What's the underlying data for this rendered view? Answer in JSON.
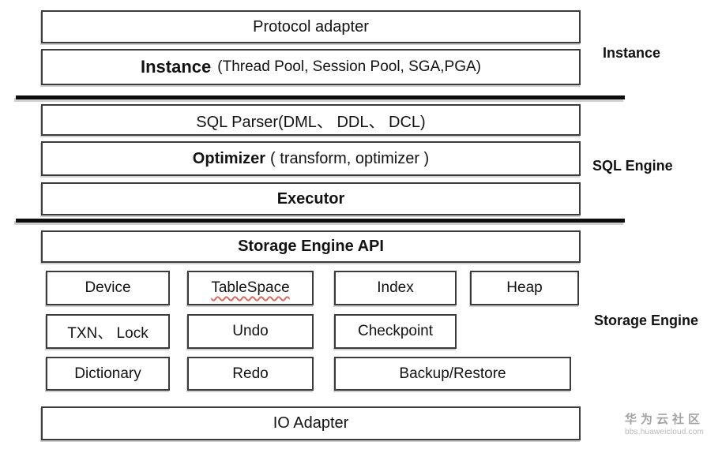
{
  "groups": {
    "instance": {
      "side_label": "Instance",
      "protocol_adapter": "Protocol adapter",
      "instance_bold": "Instance",
      "instance_rest": "(Thread Pool, Session Pool, SGA,PGA)"
    },
    "sql_engine": {
      "side_label": "SQL Engine",
      "sql_parser": "SQL Parser(DML、 DDL、 DCL)",
      "optimizer_bold": "Optimizer",
      "optimizer_rest": "( transform, optimizer )",
      "executor": "Executor"
    },
    "storage_engine": {
      "side_label": "Storage Engine",
      "api": "Storage Engine API",
      "device": "Device",
      "tablespace": "TableSpace",
      "index": "Index",
      "heap": "Heap",
      "txn_lock": "TXN、 Lock",
      "undo": "Undo",
      "checkpoint": "Checkpoint",
      "dictionary": "Dictionary",
      "redo": "Redo",
      "backup_restore": "Backup/Restore"
    }
  },
  "io_adapter": "IO Adapter",
  "watermark": {
    "title": "华为云社区",
    "url": "bbs.huaweicloud.com"
  },
  "colors": {
    "box_border": "#3b3b3b",
    "divider": "#0c0c0c",
    "text": "#121212",
    "spellcheck_underline": "#d96a5f",
    "watermark_text": "#a3a3a3"
  }
}
